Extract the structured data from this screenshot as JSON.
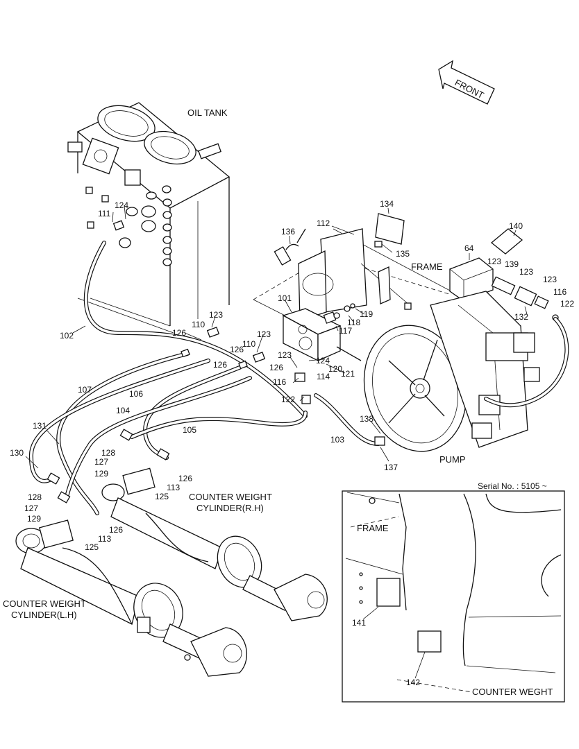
{
  "front_label": "FRONT",
  "serial_label": "Serial No. : 5105 ~",
  "assemblies": {
    "oil_tank": "OIL TANK",
    "frame": "FRAME",
    "pump": "PUMP",
    "cyl_rh_1": "COUNTER WEIGHT",
    "cyl_rh_2": "CYLINDER(R.H)",
    "cyl_lh_1": "COUNTER WEIGHT",
    "cyl_lh_2": "CYLINDER(L.H)",
    "inset_frame": "FRAME",
    "inset_counter": "COUNTER WEGHT"
  },
  "parts": {
    "p134": "134",
    "p112": "112",
    "p136": "136",
    "p135": "135",
    "p140": "140",
    "p64": "64",
    "p123a": "123",
    "p139": "139",
    "p123b": "123",
    "p123c": "123",
    "p116a": "116",
    "p122a": "122",
    "p132": "132",
    "p101": "101",
    "p117": "117",
    "p118": "118",
    "p119": "119",
    "p111": "111",
    "p124a": "124",
    "p102": "102",
    "p123d": "123",
    "p110a": "110",
    "p126a": "126",
    "p126b": "126",
    "p123e": "123",
    "p110b": "110",
    "p126c": "126",
    "p126d": "126",
    "p123f": "123",
    "p124b": "124",
    "p120": "120",
    "p121": "121",
    "p116b": "116",
    "p114": "114",
    "p122b": "122",
    "p107": "107",
    "p106": "106",
    "p104": "104",
    "p105": "105",
    "p103": "103",
    "p138": "138",
    "p137": "137",
    "p131": "131",
    "p130": "130",
    "p128a": "128",
    "p127a": "127",
    "p129a": "129",
    "p126e": "126",
    "p113a": "113",
    "p125a": "125",
    "p128b": "128",
    "p127b": "127",
    "p129b": "129",
    "p126f": "126",
    "p113b": "113",
    "p125b": "125",
    "p141": "141",
    "p142": "142"
  }
}
